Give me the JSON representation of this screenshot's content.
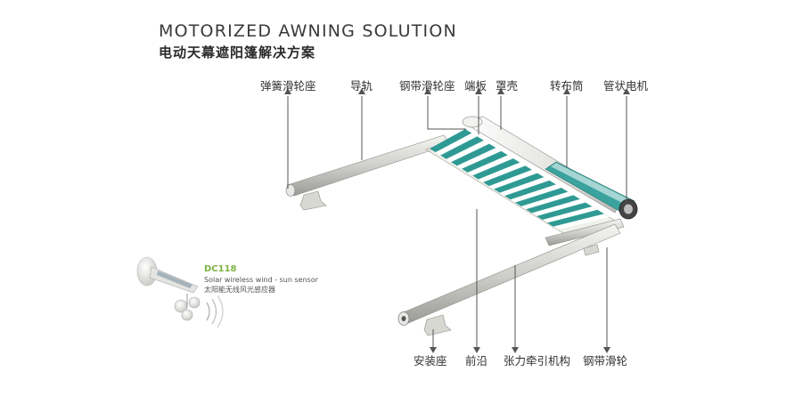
{
  "header": {
    "title_en": "MOTORIZED AWNING SOLUTION",
    "title_zh": "电动天幕遮阳篷解决方案"
  },
  "callouts": {
    "spring_pulley_seat": "弹簧滑轮座",
    "guide_rail": "导轨",
    "steel_belt_pulley_seat": "钢带滑轮座",
    "end_plate": "端板",
    "cover_shell": "罩壳",
    "fabric_roller": "转布筒",
    "tubular_motor": "管状电机",
    "mounting_seat": "安装座",
    "front_edge": "前沿",
    "tension_mechanism": "张力牵引机构",
    "steel_belt_pulley": "钢带滑轮"
  },
  "sensor": {
    "model": "DC118",
    "name_en": "Solar wireless wind - sun sensor",
    "name_zh": "太阳能无线风光感应器"
  },
  "colors": {
    "stripe": "#2f9a94",
    "frame": "#c9c9c4",
    "leader": "#555555",
    "accent": "#7cb342"
  }
}
